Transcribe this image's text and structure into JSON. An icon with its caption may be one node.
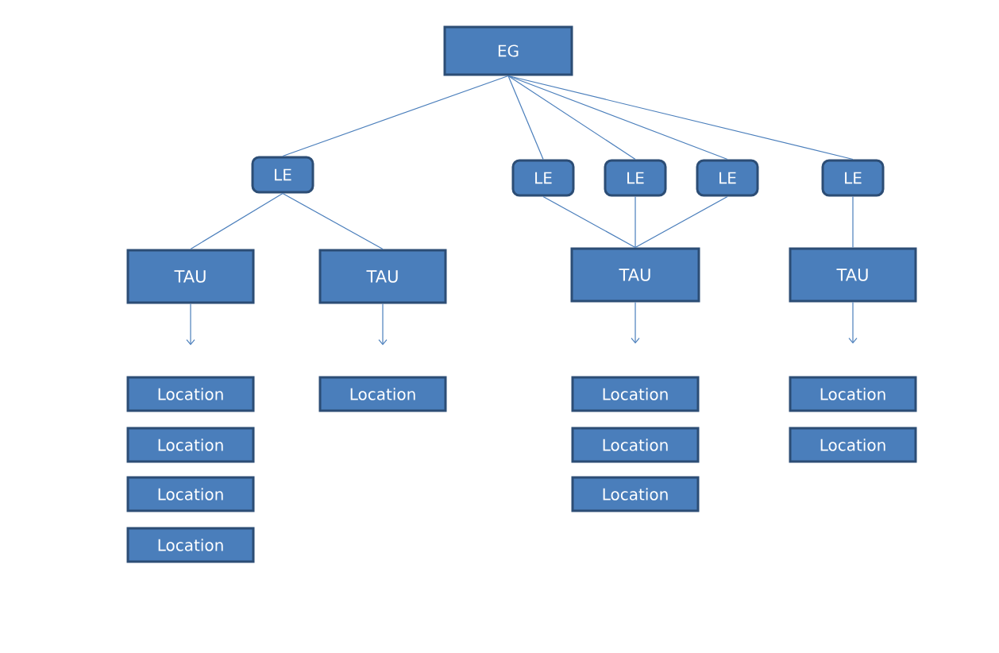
{
  "diagram": {
    "nodes": [
      {
        "text": [
          "EG"
        ]
      },
      {
        "text": [
          "LE"
        ]
      },
      {
        "text": [
          "LE"
        ]
      },
      {
        "text": [
          "LE"
        ]
      },
      {
        "text": [
          "LE"
        ]
      },
      {
        "text": [
          "LE"
        ]
      },
      {
        "text": [
          "TAU"
        ]
      },
      {
        "text": [
          "TAU"
        ]
      },
      {
        "text": [
          "TAU"
        ]
      },
      {
        "text": [
          "TAU"
        ]
      },
      {
        "text": [
          "Location"
        ]
      },
      {
        "text": [
          "Location"
        ]
      },
      {
        "text": [
          "Location"
        ]
      },
      {
        "text": [
          "Location"
        ]
      },
      {
        "text": [
          "Location"
        ]
      },
      {
        "text": [
          "Location"
        ]
      },
      {
        "text": [
          "Location"
        ]
      },
      {
        "text": [
          "Location"
        ]
      },
      {
        "text": [
          "Location"
        ]
      },
      {
        "text": [
          "Location"
        ]
      }
    ],
    "edges": [
      {
        "from": 0,
        "to": 1,
        "arrow": "none"
      },
      {
        "from": 0,
        "to": 2,
        "arrow": "none"
      },
      {
        "from": 0,
        "to": 3,
        "arrow": "none"
      },
      {
        "from": 0,
        "to": 4,
        "arrow": "none"
      },
      {
        "from": 0,
        "to": 5,
        "arrow": "none"
      },
      {
        "from": 1,
        "to": 6,
        "arrow": "none"
      },
      {
        "from": 1,
        "to": 7,
        "arrow": "none"
      },
      {
        "from": 2,
        "to": 8,
        "arrow": "none"
      },
      {
        "from": 3,
        "to": 8,
        "arrow": "none"
      },
      {
        "from": 4,
        "to": 8,
        "arrow": "none"
      },
      {
        "from": 5,
        "to": 9,
        "arrow": "none"
      },
      {
        "from": 6,
        "to": null,
        "arrow": "to"
      },
      {
        "from": 7,
        "to": null,
        "arrow": "to"
      },
      {
        "from": 8,
        "to": null,
        "arrow": "to"
      },
      {
        "from": 9,
        "to": null,
        "arrow": "to"
      }
    ]
  }
}
